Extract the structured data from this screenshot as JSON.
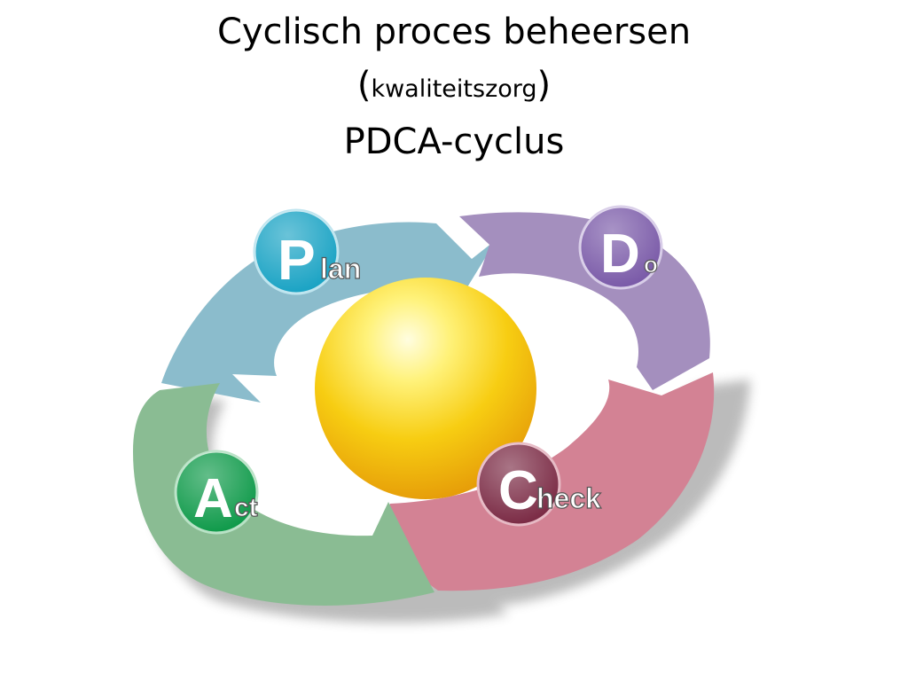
{
  "title": {
    "line1": "Cyclisch proces beheersen",
    "paren_open": "(",
    "line2": "kwaliteitszorg",
    "paren_close": ")",
    "line3": "PDCA-cyclus"
  },
  "cycle": {
    "plan": {
      "initial": "P",
      "rest": "lan",
      "color": "#1aa3c4",
      "arrow_color": "#8bbccc"
    },
    "do": {
      "initial": "D",
      "rest": "o",
      "color": "#7a5aa8",
      "arrow_color": "#a48fbe"
    },
    "check": {
      "initial": "C",
      "rest": "heck",
      "color": "#7b2b45",
      "arrow_color": "#d38294"
    },
    "act": {
      "initial": "A",
      "rest": "ct",
      "color": "#0f9a4a",
      "arrow_color": "#8abc93"
    }
  },
  "center": {
    "color": "#f6cf14"
  }
}
